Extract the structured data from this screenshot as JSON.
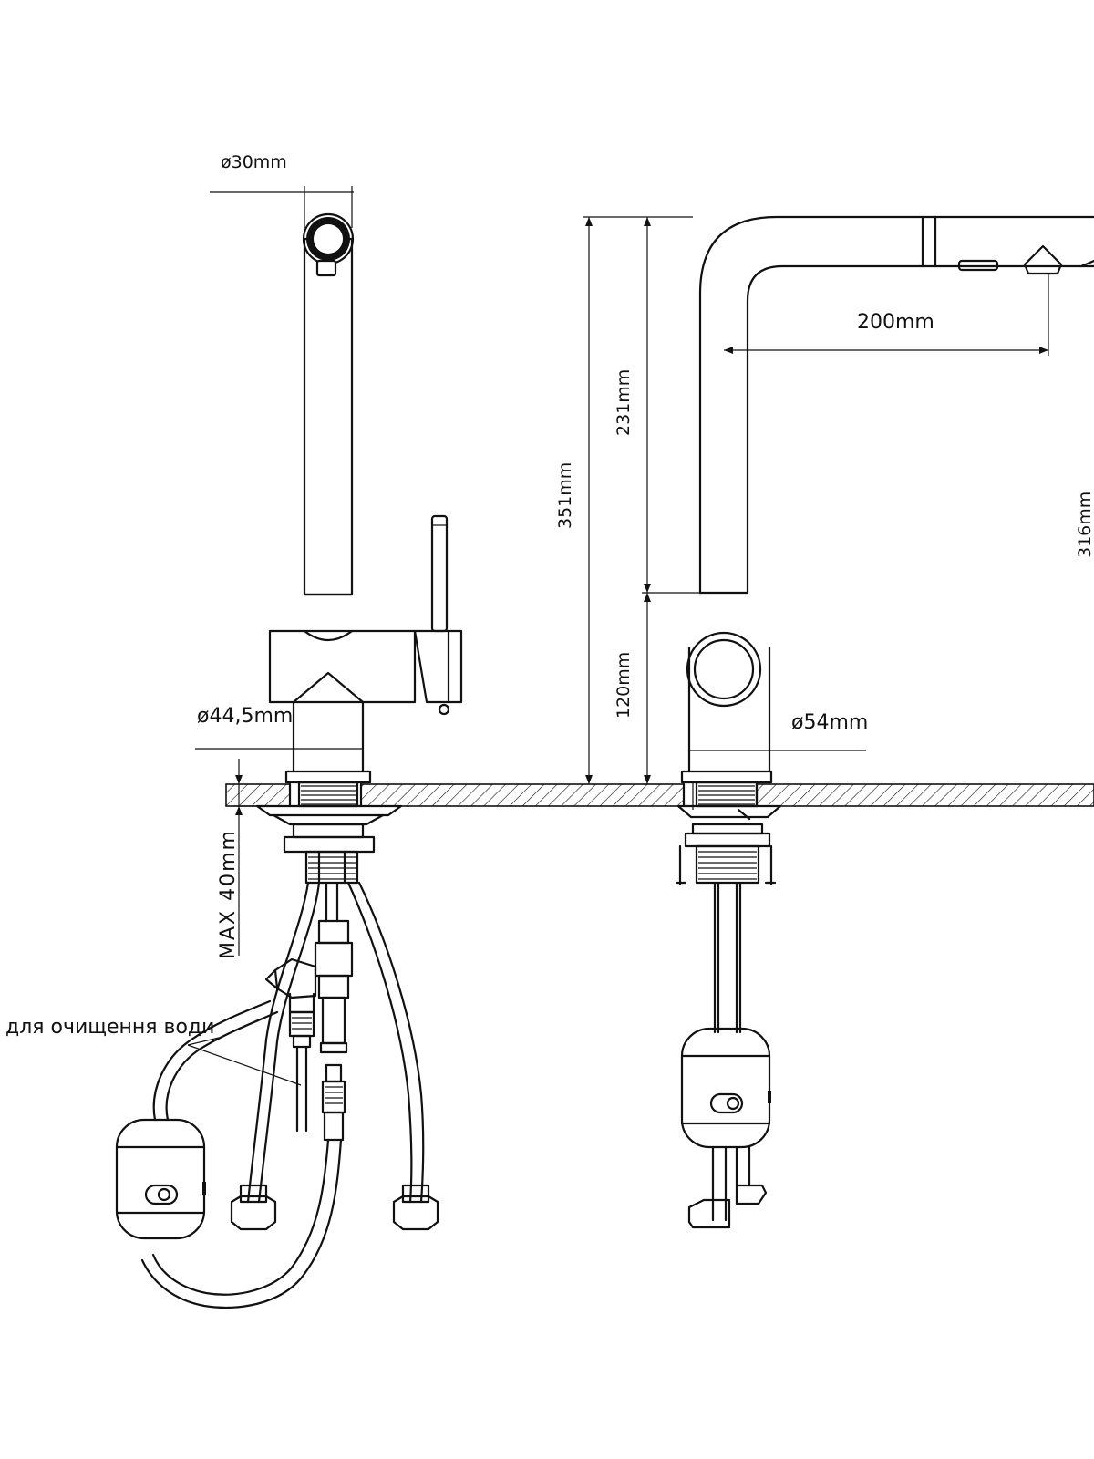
{
  "dimensions": {
    "d_spout_tube": "ø30mm",
    "d_body_base": "ø44,5mm",
    "d_base_side": "ø54mm",
    "spout_reach": "200mm",
    "height_total": "351mm",
    "height_upper": "231mm",
    "height_lower": "120mm",
    "height_outlet": "316mm",
    "max_counter_thickness": "MAX 40mm"
  },
  "labels": {
    "filter_cartridge": "для очищення води"
  },
  "colors": {
    "ink": "#111111",
    "paper": "#ffffff"
  }
}
